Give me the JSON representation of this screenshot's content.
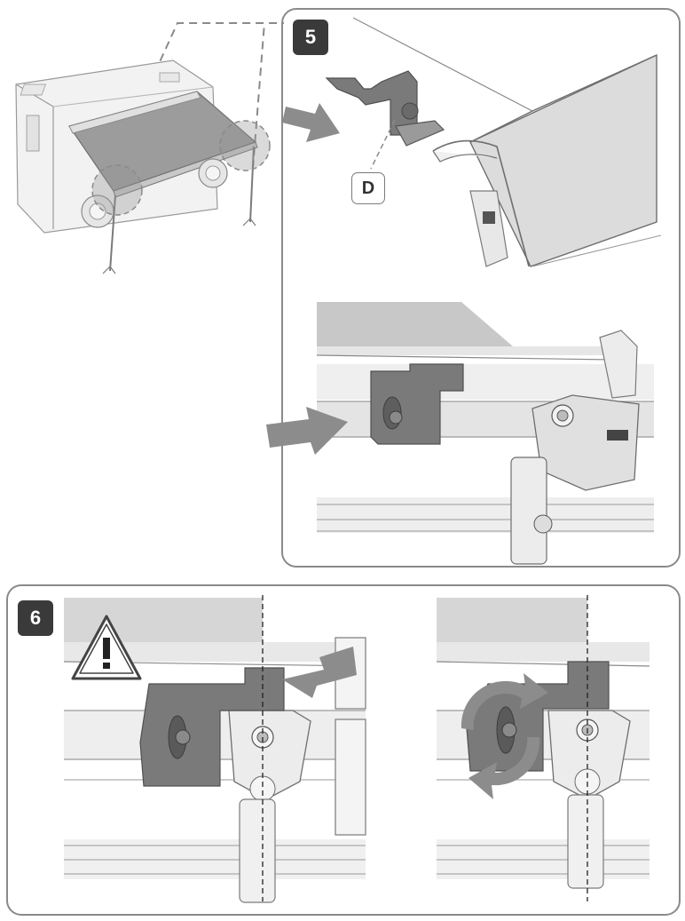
{
  "step5": {
    "number": "5",
    "callout": "D"
  },
  "step6": {
    "number": "6"
  },
  "colors": {
    "frame": "#8a8a8a",
    "badge": "#3a3a3a",
    "arrow": "#8c8c8c",
    "fabric": "#9c9c9c",
    "bracket": "#6e6e6e",
    "light_gray": "#e4e4e4",
    "warning_red": "#c8102e"
  },
  "icons": [
    "motorhome-illustration",
    "push-arrow",
    "warning-triangle-icon",
    "rotate-arrows-icon",
    "wing-nut",
    "awning-bracket"
  ]
}
